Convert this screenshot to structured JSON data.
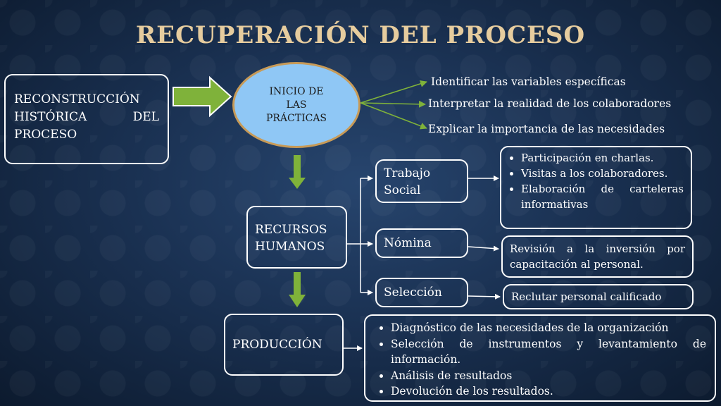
{
  "title": "RECUPERACIÓN DEL PROCESO",
  "reconstruccion": {
    "line1": "RECONSTRUCCIÓN",
    "line2": "HISTÓRICA DEL",
    "line3": "PROCESO"
  },
  "inicio": "INICIO DE LAS PRÁCTICAS",
  "objetivos": [
    "Identificar las variables específicas",
    "Interpretar la realidad de los colaboradores",
    "Explicar la importancia de las necesidades"
  ],
  "recursos_humanos": "RECURSOS HUMANOS",
  "trabajo_social": {
    "label": "Trabajo Social",
    "items": [
      "Participación en charlas.",
      "Visitas a los colaboradores.",
      "Elaboración de carteleras informativas"
    ]
  },
  "nomina": {
    "label": "Nómina",
    "detail": "Revisión a la inversión por capacitación al personal."
  },
  "seleccion": {
    "label": "Selección",
    "detail": "Reclutar personal calificado"
  },
  "produccion": {
    "label": "PRODUCCIÓN",
    "items": [
      "Diagnóstico de las necesidades de la organización",
      "Selección de instrumentos y levantamiento de información.",
      "Análisis de resultados",
      "Devolución de los resultados."
    ]
  },
  "colors": {
    "title": "#e6cc9e",
    "ellipse_fill": "#8fc7f5",
    "ellipse_border": "#c79a57",
    "green_arrow": "#7fb23a",
    "connector": "#ffffff"
  }
}
